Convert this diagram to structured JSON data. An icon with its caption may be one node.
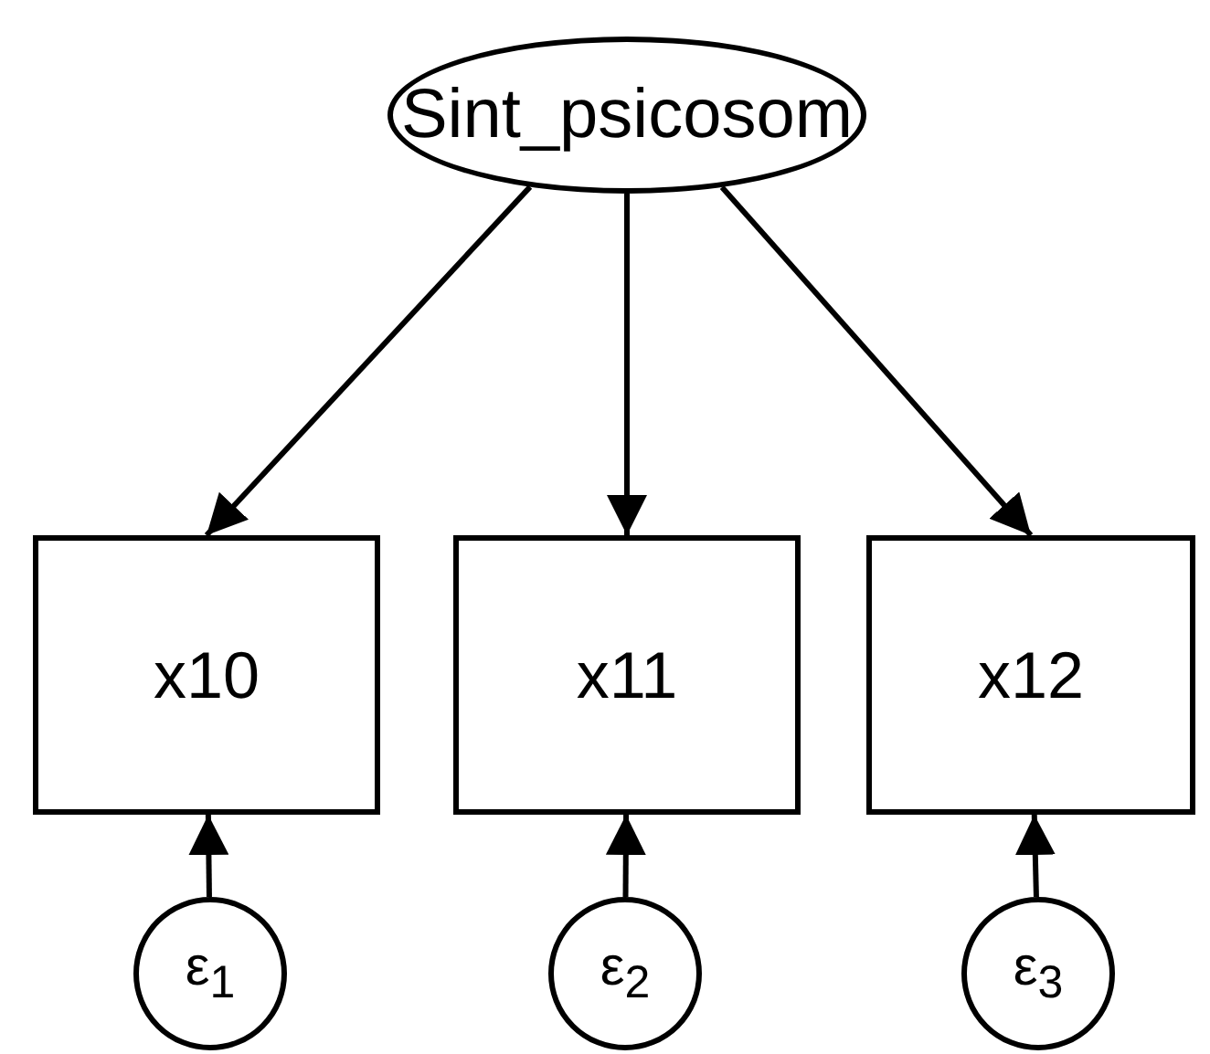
{
  "diagram": {
    "nodes": [
      {
        "text": [
          "Sint_psicosom"
        ]
      },
      {
        "text": [
          "x10"
        ]
      },
      {
        "text": [
          "x11"
        ]
      },
      {
        "text": [
          "x12"
        ]
      },
      {
        "text": [
          "ε$_{1}$"
        ]
      },
      {
        "text": [
          "ε$_{2}$"
        ]
      },
      {
        "text": [
          "ε$_{3}$"
        ]
      }
    ],
    "edges": [
      {
        "from": 0,
        "to": 1,
        "arrow": "to"
      },
      {
        "from": 0,
        "to": 2,
        "arrow": "to"
      },
      {
        "from": 0,
        "to": 3,
        "arrow": "to"
      },
      {
        "from": 4,
        "to": 1,
        "arrow": "to"
      },
      {
        "from": 5,
        "to": 2,
        "arrow": "to"
      },
      {
        "from": 6,
        "to": 3,
        "arrow": "to"
      }
    ]
  }
}
